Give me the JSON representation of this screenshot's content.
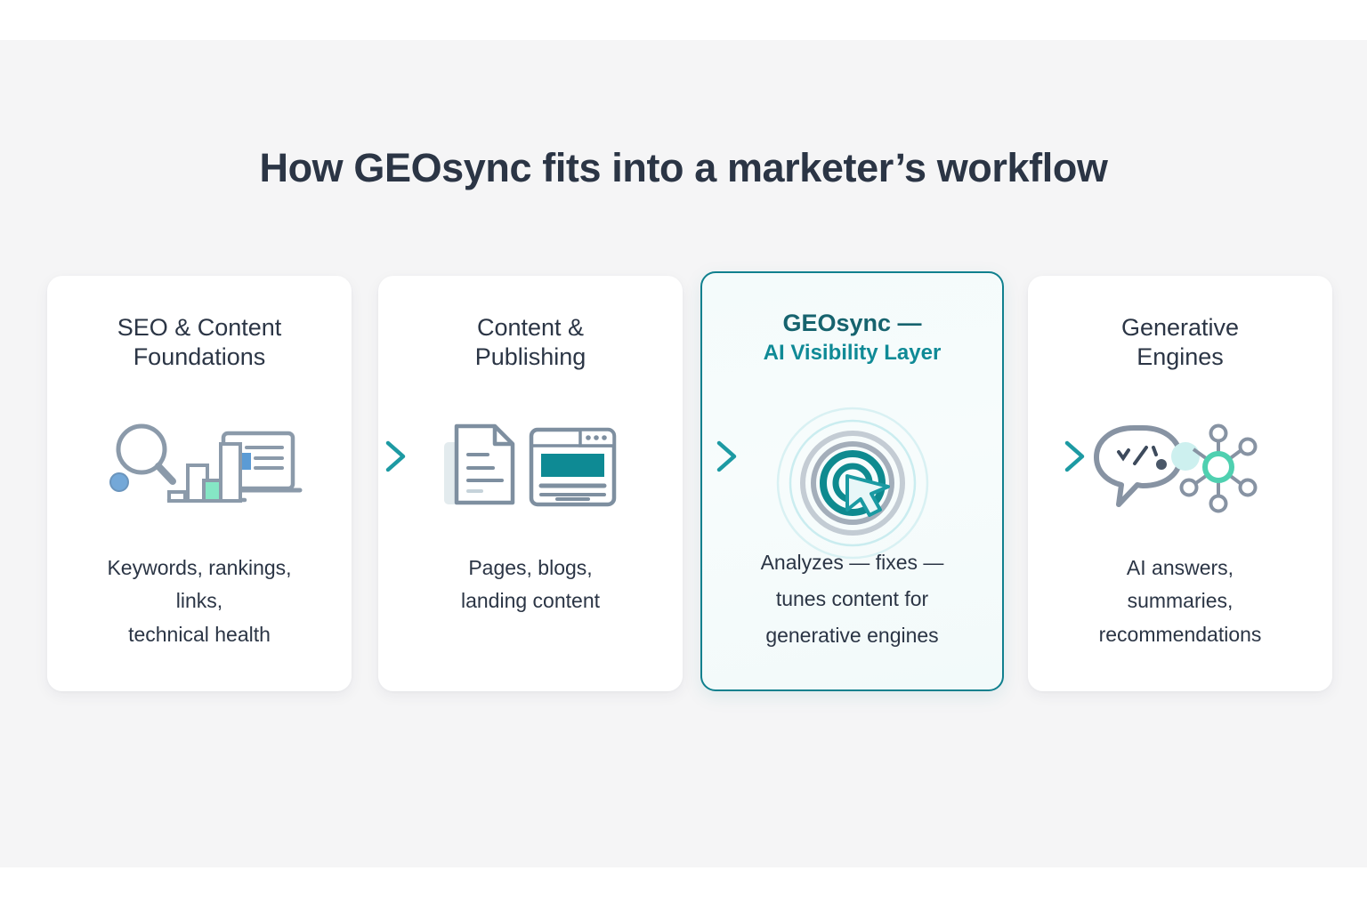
{
  "page": {
    "title": "How GEOsync fits into a marketer’s workflow",
    "background_color": "#f5f5f6",
    "accent_color": "#0f8a96",
    "text_color": "#2b3545"
  },
  "cards": [
    {
      "title": "SEO & Content\nFoundations",
      "title_line1": "SEO & Content",
      "title_line2": "Foundations",
      "subtitle": "",
      "body": "Keywords, rankings,\nlinks,\ntechnical health",
      "body_line1": "Keywords, rankings,",
      "body_line2": "links,",
      "body_line3": "technical health",
      "icon": "magnifier-barchart-document-icon",
      "highlighted": false
    },
    {
      "title": "Content &\nPublishing",
      "title_line1": "Content &",
      "title_line2": "Publishing",
      "subtitle": "",
      "body": "Pages, blogs,\nlanding content",
      "body_line1": "Pages, blogs,",
      "body_line2": "landing content",
      "body_line3": "",
      "icon": "document-browser-window-icon",
      "highlighted": false
    },
    {
      "title": "GEOsync —",
      "title_line1": "GEOsync —",
      "title_line2": "",
      "subtitle": "AI Visibility Layer",
      "body": "Analyzes — fixes —\ntunes content for\ngenerative engines",
      "body_line1": "Analyzes — fixes —",
      "body_line2": "tunes content for",
      "body_line3": "generative engines",
      "icon": "radar-target-cursor-icon",
      "highlighted": true,
      "border_color": "#10808e"
    },
    {
      "title": "Generative\nEngines",
      "title_line1": "Generative",
      "title_line2": "Engines",
      "subtitle": "",
      "body": "AI answers,\nsummaries,\nrecommendations",
      "body_line1": "AI answers,",
      "body_line2": "summaries,",
      "body_line3": "recommendations",
      "icon": "chat-bubble-network-icon",
      "highlighted": false
    }
  ],
  "connectors": [
    {
      "name": "arrow-1",
      "from": "SEO & Content Foundations",
      "to": "Content & Publishing",
      "color": "#1d9aa3"
    },
    {
      "name": "arrow-2",
      "from": "Content & Publishing",
      "to": "GEOsync — AI Visibility Layer",
      "color": "#1d9aa3"
    },
    {
      "name": "arrow-3",
      "from": "GEOsync — AI Visibility Layer",
      "to": "Generative Engines",
      "color": "#1d9aa3"
    }
  ]
}
